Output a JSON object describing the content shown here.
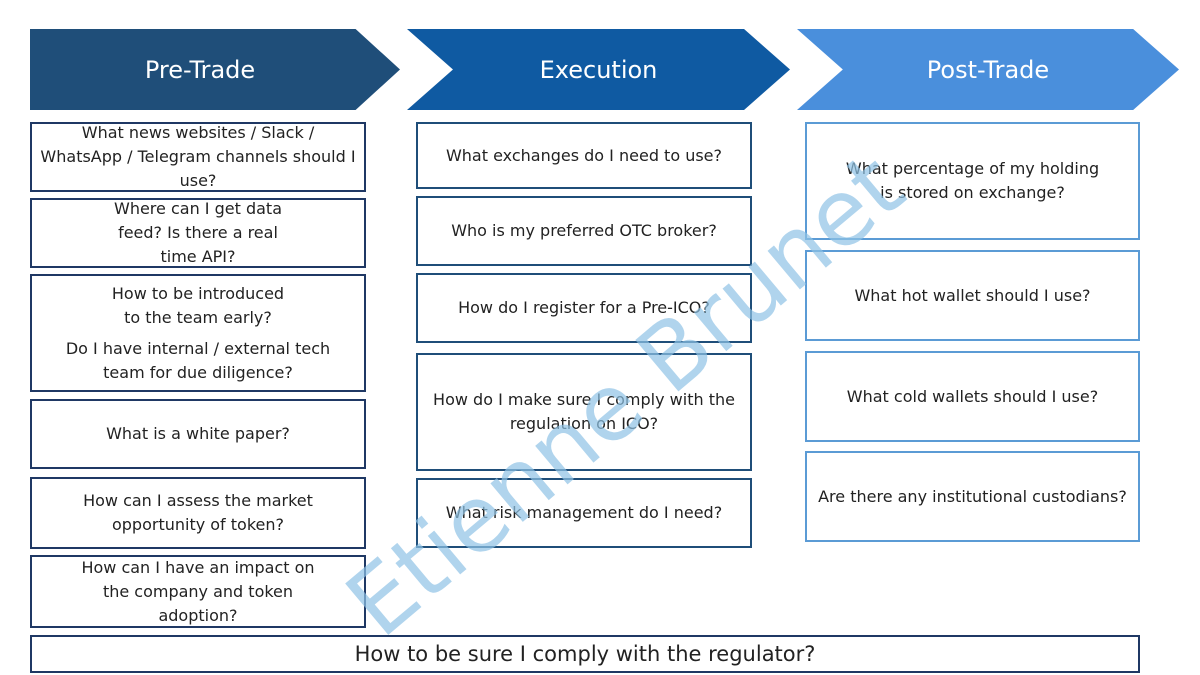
{
  "stages": {
    "pre_trade": "Pre-Trade",
    "execution": "Execution",
    "post_trade": "Post-Trade"
  },
  "pre_trade_questions": [
    "What news websites / Slack / WhatsApp / Telegram channels should I use?",
    "Where can I get data feed? Is there a real time API?",
    "How to be introduced to the team early?",
    "Do I have internal / external tech team for due diligence?",
    "What is a white paper?",
    "How can I assess the market opportunity of token?",
    "How can I have an impact on the company and token adoption?"
  ],
  "execution_questions": [
    "What exchanges do I need to use?",
    "Who is my preferred OTC broker?",
    "How do I register for a Pre-ICO?",
    "How do I make sure I comply with the regulation on ICO?",
    "What risk management do I need?"
  ],
  "post_trade_questions": [
    "What percentage of my holding is stored on exchange?",
    "What hot wallet should I use?",
    "What cold wallets should I use?",
    "Are there any institutional custodians?"
  ],
  "footer_question": "How to be sure I comply with the regulator?",
  "watermark": "Etienne Brunet",
  "colors": {
    "pre_trade": "#1f4e79",
    "execution": "#0f5aa2",
    "post_trade": "#4a8fdc",
    "watermark": "#8fc3e6"
  }
}
